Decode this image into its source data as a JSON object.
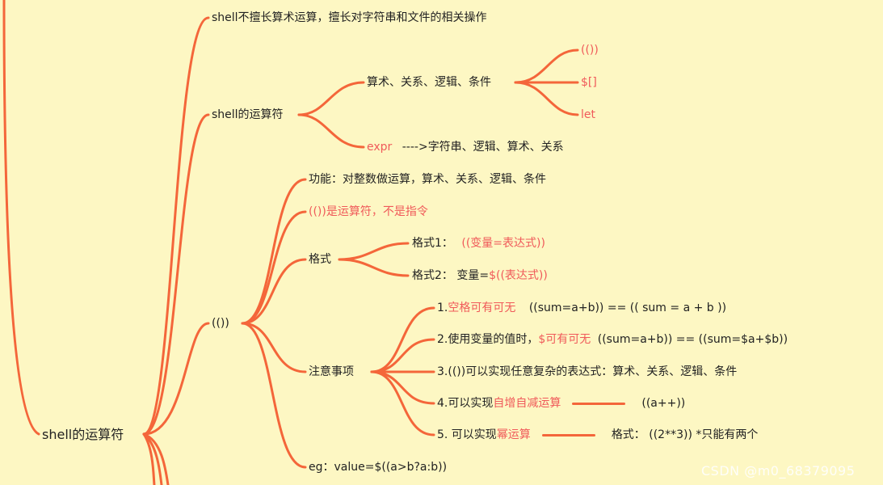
{
  "root": {
    "label": "shell的运算符"
  },
  "branch_intro": {
    "text": "shell不擅长算术运算，擅长对字符串和文件的相关操作"
  },
  "branch_ops": {
    "label": "shell的运算符",
    "arith": {
      "label": "算术、关系、逻辑、条件",
      "items": [
        "(())",
        "$[]",
        "let"
      ]
    },
    "expr": {
      "name": "expr",
      "desc": "---->字符串、逻辑、算术、关系"
    }
  },
  "branch_paren": {
    "label": "(())",
    "function": "功能：对整数做运算，算术、关系、逻辑、条件",
    "not_cmd": "(())是运算符，不是指令",
    "format": {
      "label": "格式",
      "f1_prefix": "格式1：",
      "f1_value": "((变量=表达式))",
      "f2_prefix": "格式2：  变量=",
      "f2_value": "$((表达式))"
    },
    "notes": {
      "label": "注意事项",
      "n1_prefix": "1.",
      "n1_hl": "空格可有可无",
      "n1_rest": "((sum=a+b)) ==  (( sum = a + b ))",
      "n2_prefix": "2.使用变量的值时，",
      "n2_hl": "$可有可无",
      "n2_rest": "((sum=a+b)) == ((sum=$a+$b))",
      "n3": "3.(())可以实现任意复杂的表达式：算术、关系、逻辑、条件",
      "n4_prefix": "4.可以实现",
      "n4_hl": "自增自减运算",
      "n4_rest": "((a++))",
      "n5_prefix": "5. 可以实现",
      "n5_hl": "幂运算",
      "n5_rest": "格式：  ((2**3))     *只能有两个"
    },
    "example": "eg：value=$((a>b?a:b))"
  },
  "watermark": "CSDN @m0_68379095",
  "colors": {
    "background": "#fdf7c3",
    "link": "#f4663a",
    "highlight": "#f05a5a",
    "text": "#222222"
  }
}
